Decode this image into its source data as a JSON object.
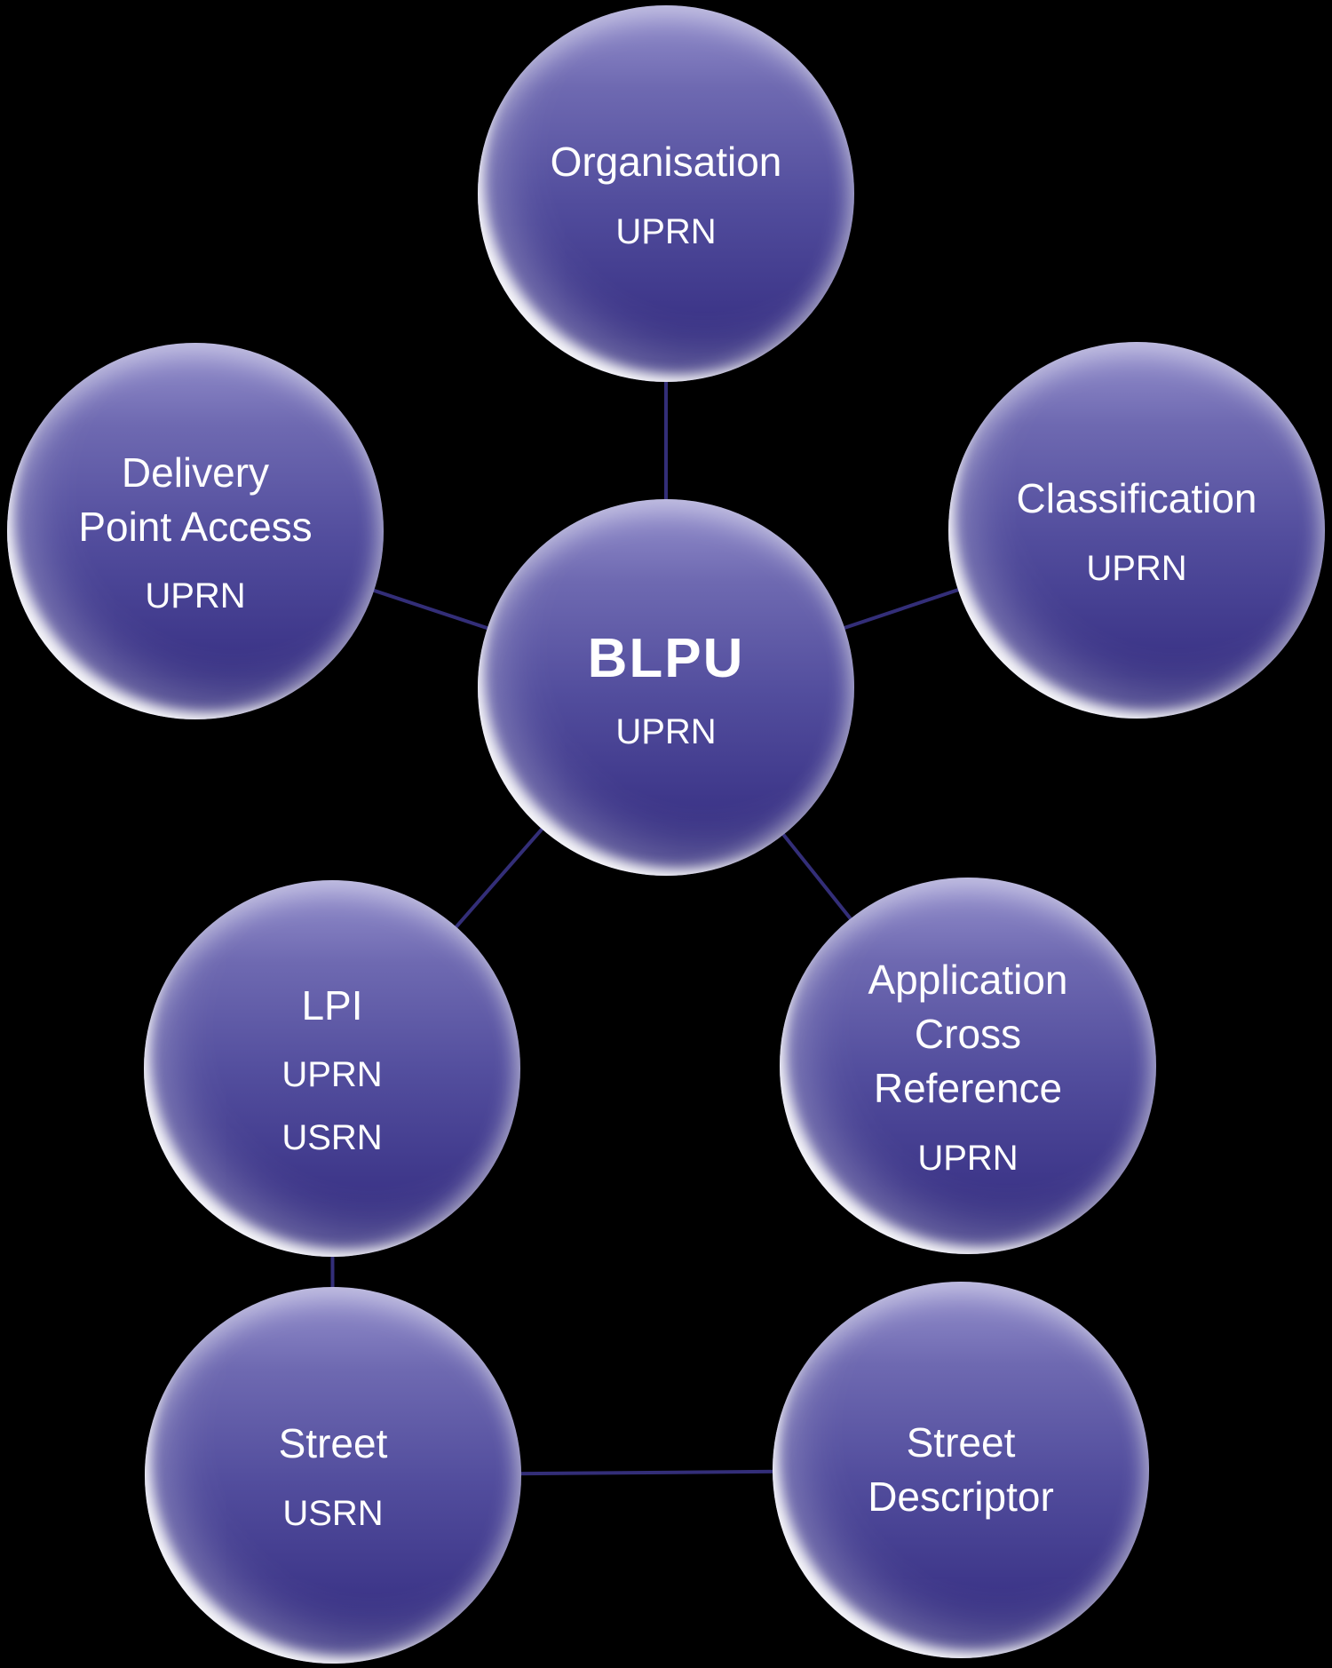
{
  "diagram": {
    "colors": {
      "background": "#000000",
      "node_top": "#9590cd",
      "node_upper": "#6e69b1",
      "node_mid": "#524d9d",
      "node_lower": "#3d3689",
      "node_bottom": "#332d7c",
      "connector": "#332e78",
      "text": "#ffffff"
    },
    "nodes": {
      "blpu": {
        "title": "BLPU",
        "subs": [
          "UPRN"
        ]
      },
      "organisation": {
        "title": "Organisation",
        "subs": [
          "UPRN"
        ]
      },
      "classification": {
        "title": "Classification",
        "subs": [
          "UPRN"
        ]
      },
      "delivery_point_access": {
        "title": "Delivery\nPoint Access",
        "subs": [
          "UPRN"
        ]
      },
      "lpi": {
        "title": "LPI",
        "subs": [
          "UPRN",
          "USRN"
        ]
      },
      "application_cross_reference": {
        "title": "Application\nCross\nReference",
        "subs": [
          "UPRN"
        ]
      },
      "street": {
        "title": "Street",
        "subs": [
          "USRN"
        ]
      },
      "street_descriptor": {
        "title": "Street\nDescriptor",
        "subs": []
      }
    },
    "connections": [
      {
        "from": "BLPU",
        "to": "Organisation"
      },
      {
        "from": "BLPU",
        "to": "Classification"
      },
      {
        "from": "BLPU",
        "to": "Delivery Point Access"
      },
      {
        "from": "BLPU",
        "to": "LPI"
      },
      {
        "from": "BLPU",
        "to": "Application Cross Reference"
      },
      {
        "from": "LPI",
        "to": "Street"
      },
      {
        "from": "Street",
        "to": "Street Descriptor"
      }
    ]
  }
}
